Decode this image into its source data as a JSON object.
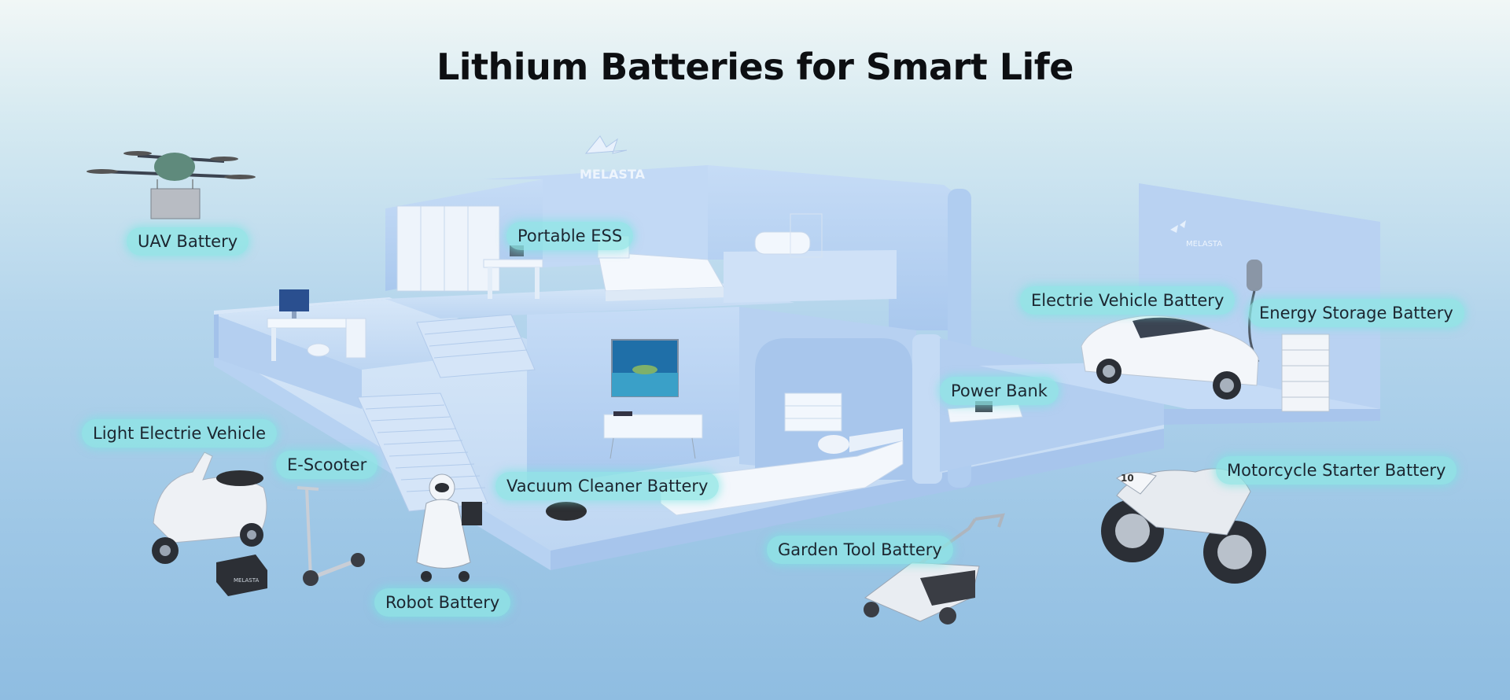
{
  "title": "Lithium Batteries for Smart Life",
  "labels": {
    "uav": "UAV Battery",
    "portable_ess": "Portable ESS",
    "ev": "Electrie Vehicle Battery",
    "ess": "Energy Storage Battery",
    "power_bank": "Power Bank",
    "lev": "Light Electrie Vehicle",
    "escooter": "E-Scooter",
    "vacuum": "Vacuum Cleaner Battery",
    "motorcycle": "Motorcycle Starter Battery",
    "garden": "Garden Tool Battery",
    "robot": "Robot Battery"
  },
  "brand_mark": "MELASTA",
  "colors": {
    "label_bg": "#8ce6e4",
    "wall": "#b9d4f2",
    "floor": "#cfe2f7"
  }
}
